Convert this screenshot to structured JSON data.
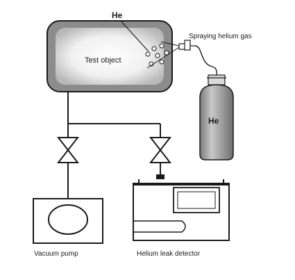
{
  "labels": {
    "he_top": "He",
    "test_object": "Test object",
    "spraying": "Spraying helium gas",
    "cylinder_he": "He",
    "vacuum_pump": "Vacuum pump",
    "leak_detector": "Helium leak detector"
  },
  "colors": {
    "line": "#1a1a1a",
    "chamber_fill": "#8c8c8c",
    "chamber_inner": "#f2f2f2",
    "cylinder_fill": "#999999",
    "background": "#ffffff"
  }
}
